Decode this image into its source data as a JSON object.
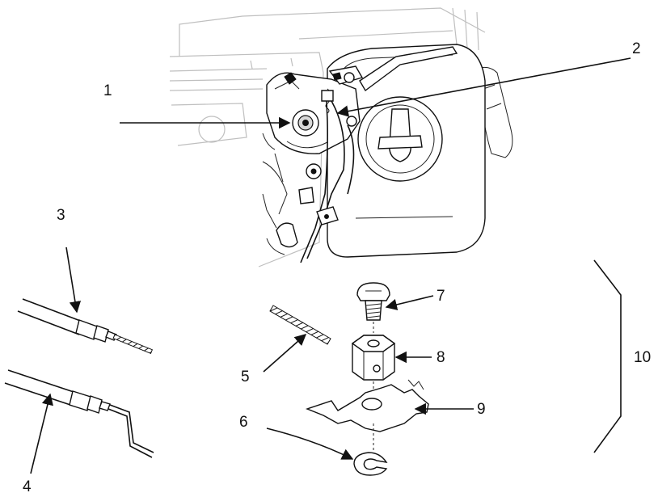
{
  "callouts": {
    "c1": "1",
    "c2": "2",
    "c3": "3",
    "c4": "4",
    "c5": "5",
    "c6": "6",
    "c7": "7",
    "c8": "8",
    "c9": "9",
    "c10": "10"
  },
  "colors": {
    "ink": "#111111",
    "shade": "#d9d9d9",
    "faded": "#bfbfbf",
    "background": "#ffffff"
  }
}
